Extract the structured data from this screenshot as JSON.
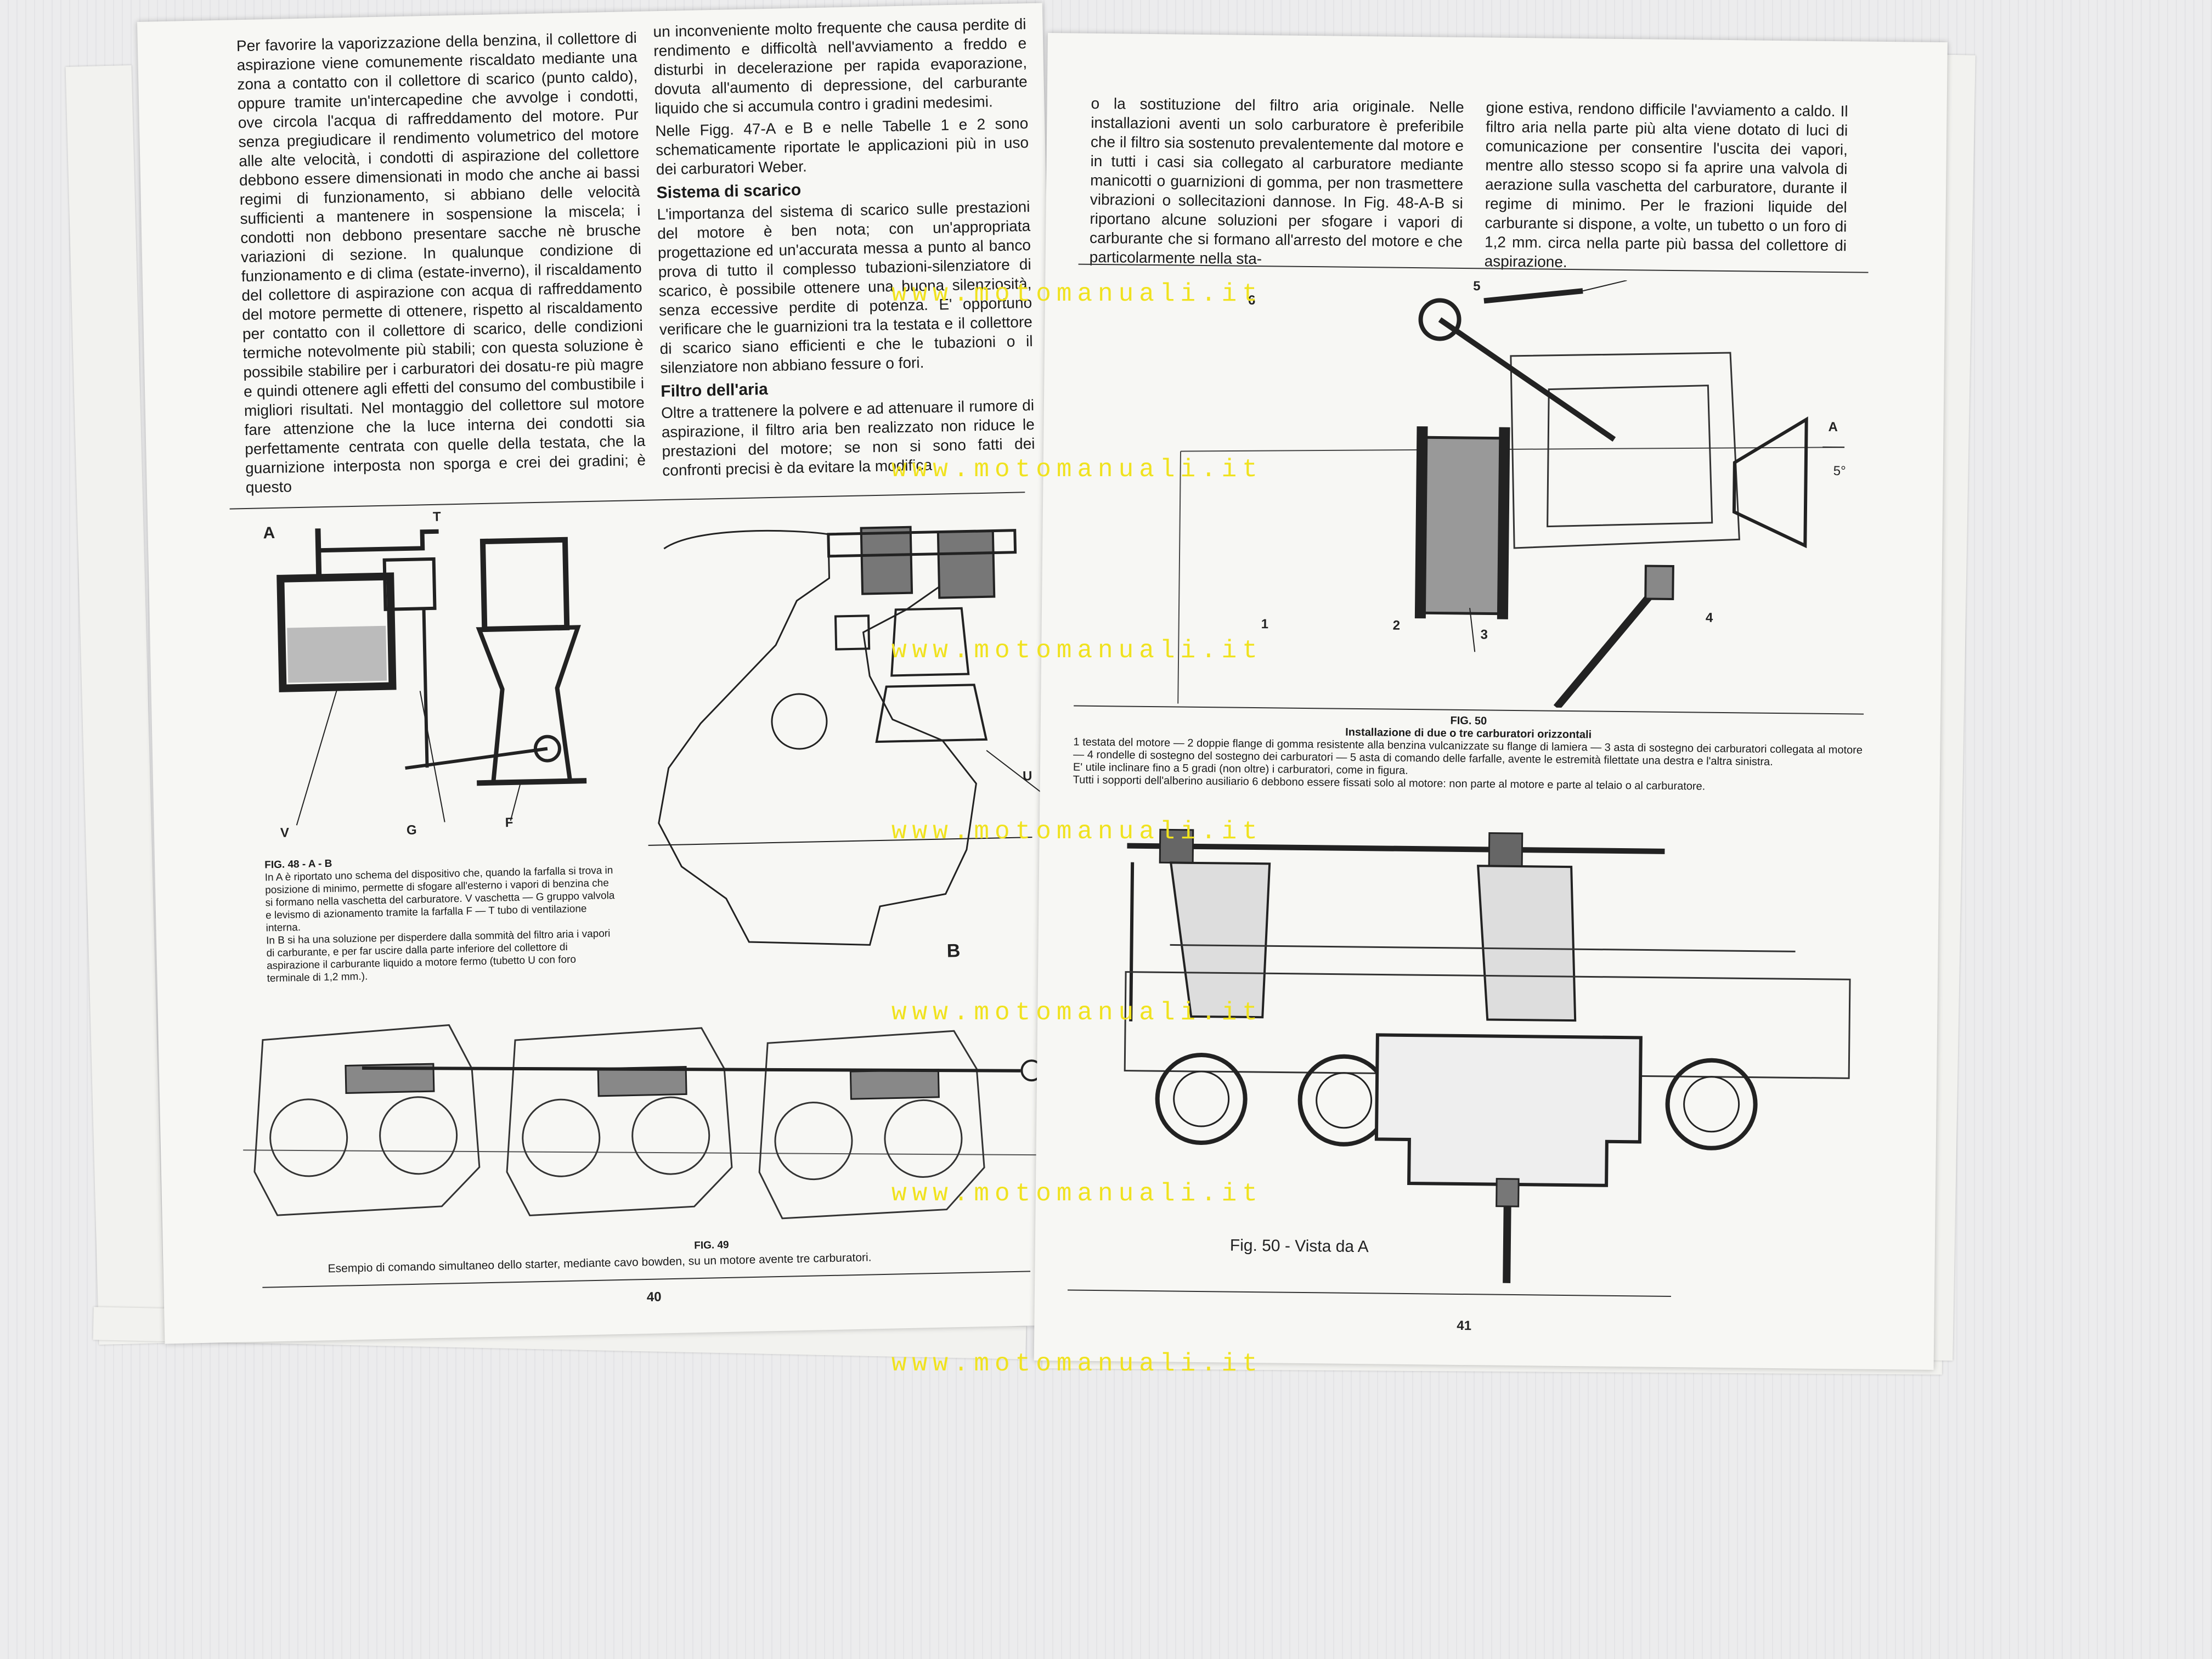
{
  "left_page": {
    "col1": [
      "Per favorire la vaporizzazione della benzina, il collettore di aspirazione viene comunemente riscaldato mediante una zona a contatto con il collettore di scarico (punto caldo), oppure tramite un'intercapedine che avvolge i condotti, ove circola l'acqua di raffreddamento del motore. Pur senza pregiudicare il rendimento volumetrico del motore alle alte velocità, i condotti di aspirazione del collettore debbono essere dimensionati in modo che anche ai bassi regimi di funzionamento, si abbiano delle velocità sufficienti a mantenere in sospensione la miscela; i condotti non debbono presentare sacche nè brusche variazioni di sezione. In qualunque condizione di funzionamento e di clima (estate-inverno), il riscaldamento del collettore di aspirazione con acqua di raffreddamento del motore permette di ottenere, rispetto al riscaldamento per contatto con il collettore di scarico, delle condizioni termiche notevolmente più stabili; con questa soluzione è possibile stabilire per i carburatori dei dosatu-re più magre e quindi ottenere agli effetti del consumo del combustibile i migliori risultati. Nel montaggio del collettore sul motore fare attenzione che la luce interna dei condotti sia perfettamente centrata con quelle della testata, che la guarnizione interposta non sporga e crei dei gradini; è questo"
    ],
    "col2_p1": "un inconveniente molto frequente che causa perdite di rendimento e difficoltà nell'avviamento a freddo e disturbi in decelerazione per rapida evaporazione, dovuta all'aumento di depressione, del carburante liquido che si accumula contro i gradini medesimi.",
    "col2_p2": "Nelle Figg. 47-A e B e nelle Tabelle 1 e 2 sono schematicamente riportate le applicazioni più in uso dei carburatori Weber.",
    "heading_scarico": "Sistema di scarico",
    "col2_p3": "L'importanza del sistema di scarico sulle prestazioni del motore è ben nota; con un'appropriata progettazione ed un'accurata messa a punto al banco prova di tutto il complesso tubazioni-silenziatore di scarico, è possibile ottenere una buona silenziosità, senza eccessive perdite di potenza. E' opportuno verificare che le guarnizioni tra la testata e il collettore di scarico siano efficienti e che le tubazioni o il silenziatore non abbiano fessure o fori.",
    "heading_filtro": "Filtro dell'aria",
    "col2_p4": "Oltre a trattenere la polvere e ad attenuare il rumore di aspirazione, il filtro aria ben realizzato non riduce le prestazioni del motore; se non si sono fatti dei confronti precisi è da evitare la modifica",
    "fig48_labels": {
      "A": "A",
      "T": "T",
      "V": "V",
      "G": "G",
      "F": "F",
      "U": "U",
      "B": "B"
    },
    "fig48_caption_title": "FIG. 48 - A - B",
    "fig48_caption_1": "In A è riportato uno schema del dispositivo che, quando la farfalla si trova in posizione di minimo, permette di sfogare all'esterno i vapori di benzina che si formano nella vaschetta del carburatore. V vaschetta — G gruppo valvola e levismo di azionamento tramite la farfalla F — T tubo di ventilazione interna.",
    "fig48_caption_2": "In B si ha una soluzione per disperdere dalla sommità del filtro aria i vapori di carburante, e per far uscire dalla parte inferiore del collettore di aspirazione il carburante liquido a motore fermo (tubetto U con foro terminale di 1,2 mm.).",
    "fig49_title": "FIG. 49",
    "fig49_caption": "Esempio di comando simultaneo dello starter, mediante cavo bowden, su un motore avente tre carburatori.",
    "page_number": "40"
  },
  "right_page": {
    "col1": "o la sostituzione del filtro aria originale. Nelle installazioni aventi un solo carburatore è preferibile che il filtro sia sostenuto prevalentemente dal motore e in tutti i casi sia collegato al carburatore mediante manicotti o guarnizioni di gomma, per non trasmettere vibrazioni o sollecitazioni dannose. In Fig. 48-A-B si riportano alcune soluzioni per sfogare i vapori di carburante che si formano all'arresto del motore e che particolarmente nella sta-",
    "col2": "gione estiva, rendono difficile l'avviamento a caldo. Il filtro aria nella parte più alta viene dotato di luci di comunicazione per consentire l'uscita dei vapori, mentre allo stesso scopo si fa aprire una valvola di aerazione sulla vaschetta del carburatore, durante il regime di minimo. Per le frazioni liquide del carburante si dispone, a volte, un tubetto o un foro di 1,2 mm. circa nella parte più bassa del collettore di aspirazione.",
    "fig50_labels": {
      "n1": "1",
      "n2": "2",
      "n3": "3",
      "n4": "4",
      "n5": "5",
      "n6": "6",
      "A": "A",
      "angle": "5°"
    },
    "fig50_title": "FIG. 50",
    "fig50_subtitle": "Installazione di due o tre carburatori orizzontali",
    "fig50_caption": "1 testata del motore — 2 doppie flange di gomma resistente alla benzina vulcanizzate su flange di lamiera — 3 asta di sostegno dei carburatori collegata al motore — 4 rondelle di sostegno del sostegno dei carburatori — 5 asta di comando delle farfalle, avente le estremità filettate una destra e l'altra sinistra.",
    "fig50_caption_2": "E' utile inclinare fino a 5 gradi (non oltre) i carburatori, come in figura.",
    "fig50_caption_3": "Tutti i sopporti dell'alberino ausiliario 6 debbono essere fissati solo al motore: non parte al motore e parte al telaio o al carburatore.",
    "fig50_view": "Fig. 50 - Vista da A",
    "page_number": "41"
  },
  "watermark": "www.motomanuali.it",
  "colors": {
    "watermark": "#f0e21e",
    "paper": "#f7f7f4",
    "ink": "#1a1a1a"
  }
}
